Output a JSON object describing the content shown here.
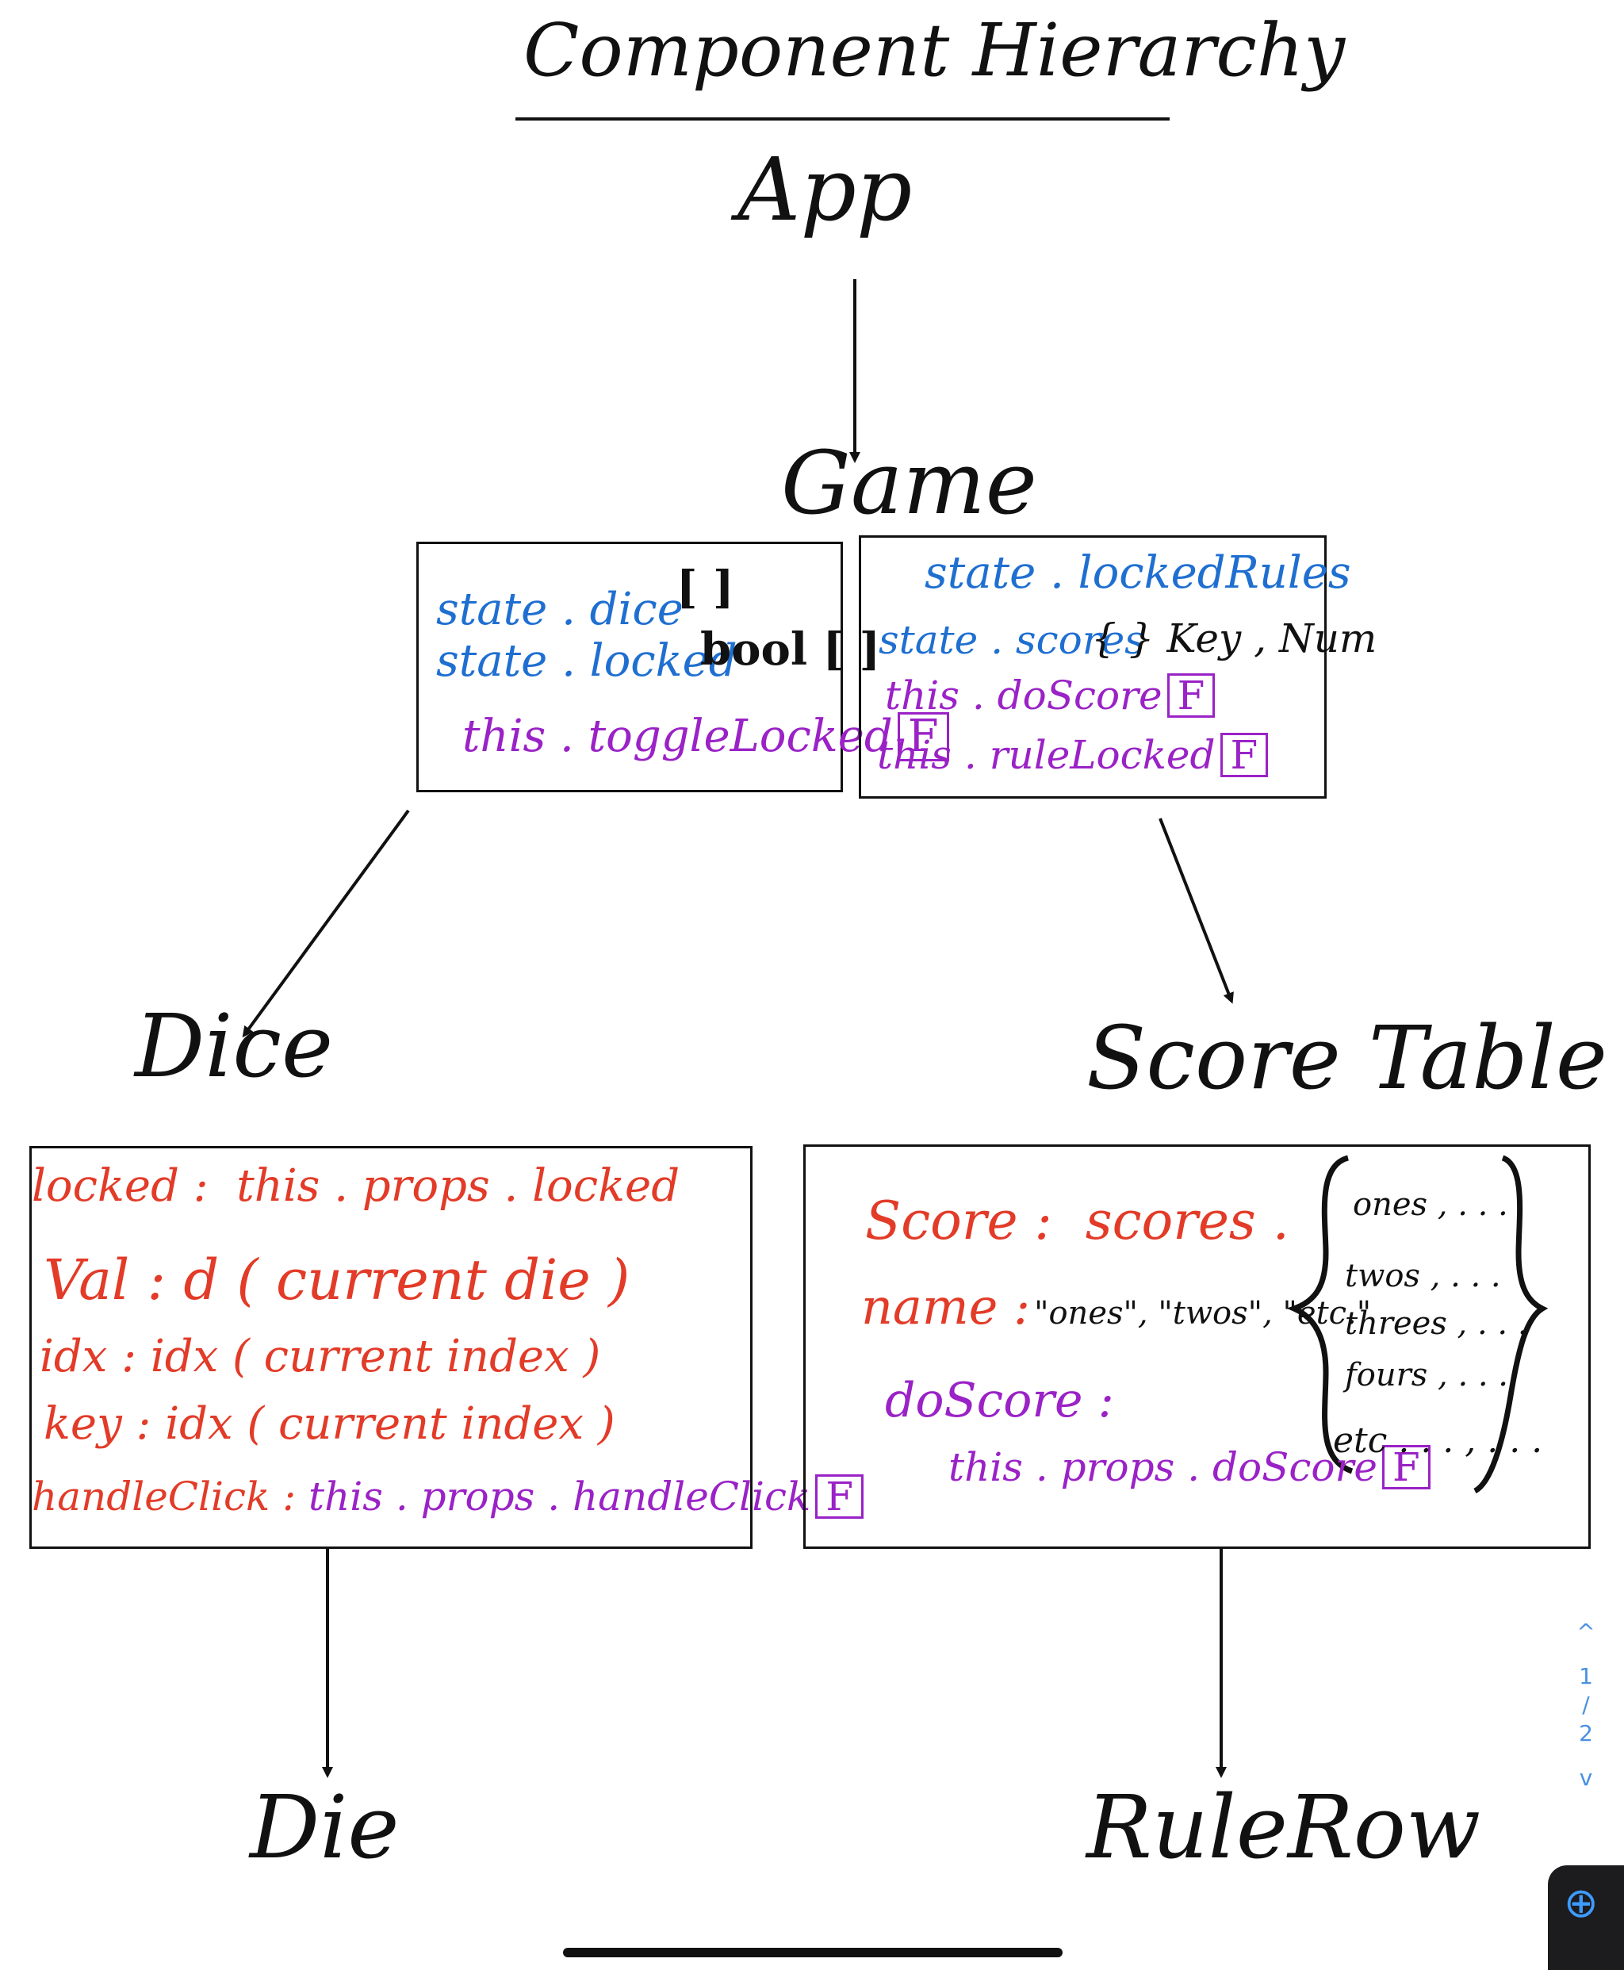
{
  "title": "Component Hierarchy",
  "nodes": {
    "app": "App",
    "game": "Game",
    "dice": "Dice",
    "score_table": "Score Table",
    "die": "Die",
    "rule_row": "RuleRow"
  },
  "game_left_box": {
    "line1": "state . dice",
    "line1_type": "[ ]",
    "line2": "state . locked",
    "line2_type": "bool [ ]",
    "line3": "this . toggleLocked",
    "line3_f": "F"
  },
  "game_right_box": {
    "line1": "state . lockedRules",
    "line2": "state . scores",
    "line2_type": "{ }  Key , Num",
    "line3": "this . doScore",
    "line3_f": "F",
    "line4": "this . ruleLocked",
    "line4_f": "F"
  },
  "dice_box": {
    "line1_key": "locked :",
    "line1_val": "this . props . locked",
    "line2_key": "Val :",
    "line2_val": "d  ( current die )",
    "line3_key": "idx :",
    "line3_val": "idx  ( current index )",
    "line4_key": "key :",
    "line4_val": "idx   ( current index )",
    "line5_key": "handleClick :",
    "line5_val": "this . props . handleClick",
    "line5_f": "F"
  },
  "score_box": {
    "line1_key": "Score :",
    "line1_val": "scores .",
    "line2_key": "name :",
    "line2_val": "\"ones\", \"twos\", \"etc.\"",
    "line3_key": "doScore :",
    "line4_val": "this . props . doScore",
    "line4_f": "F",
    "brace_items": [
      "ones , . . .",
      "twos , . . .",
      "threes , . . .",
      "fours , . . .",
      "etc . . . , . . ."
    ]
  },
  "pager": {
    "up": "^",
    "current": "1",
    "sep": "/",
    "total": "2",
    "down": "v"
  },
  "zoom_icon": "zoom-in-icon"
}
